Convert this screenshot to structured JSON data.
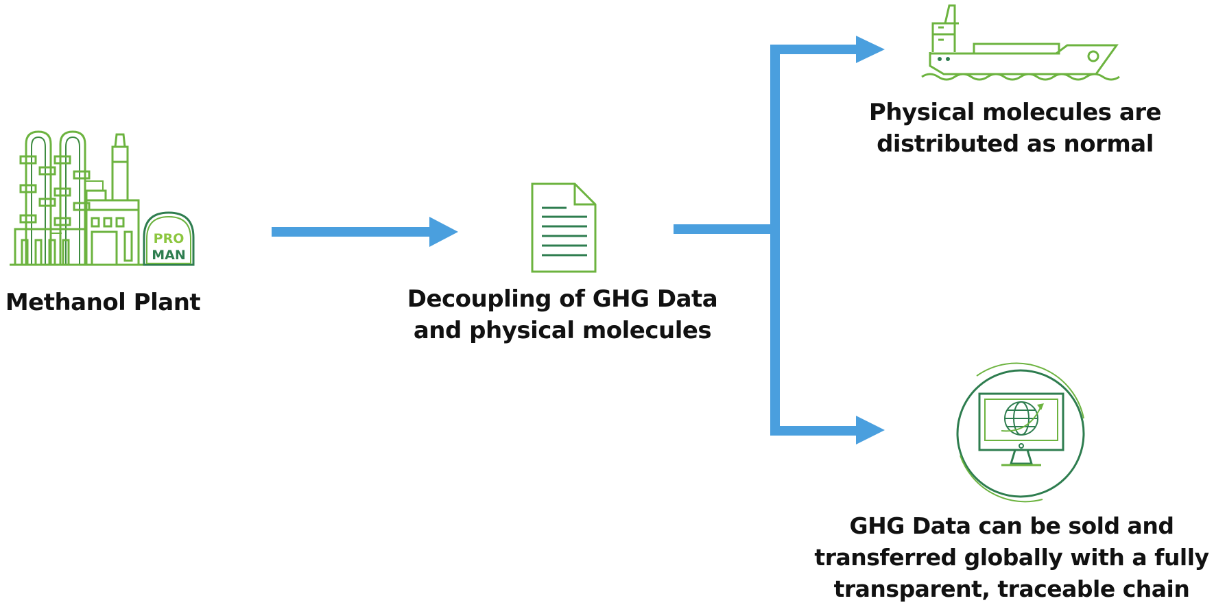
{
  "nodes": {
    "plant": {
      "label": "Methanol Plant",
      "icon": "methanol-plant-icon",
      "logo_text": "PRO MAN"
    },
    "decoupling": {
      "label_line1": "Decoupling of GHG Data",
      "label_line2": "and physical molecules",
      "icon": "document-icon"
    },
    "ship": {
      "label_line1": "Physical molecules are",
      "label_line2": "distributed as normal",
      "icon": "ship-icon"
    },
    "data": {
      "label_line1": "GHG Data can be sold and",
      "label_line2": "transferred globally with a fully",
      "label_line3": "transparent, traceable chain",
      "icon": "globe-monitor-icon"
    }
  },
  "edges": [
    {
      "from": "plant",
      "to": "decoupling"
    },
    {
      "from": "decoupling",
      "to": "ship"
    },
    {
      "from": "decoupling",
      "to": "data"
    }
  ],
  "colors": {
    "arrow": "#4a9fde",
    "icon_green": "#6cb33f",
    "icon_dark_green": "#2e7d4f",
    "text": "#111111"
  }
}
